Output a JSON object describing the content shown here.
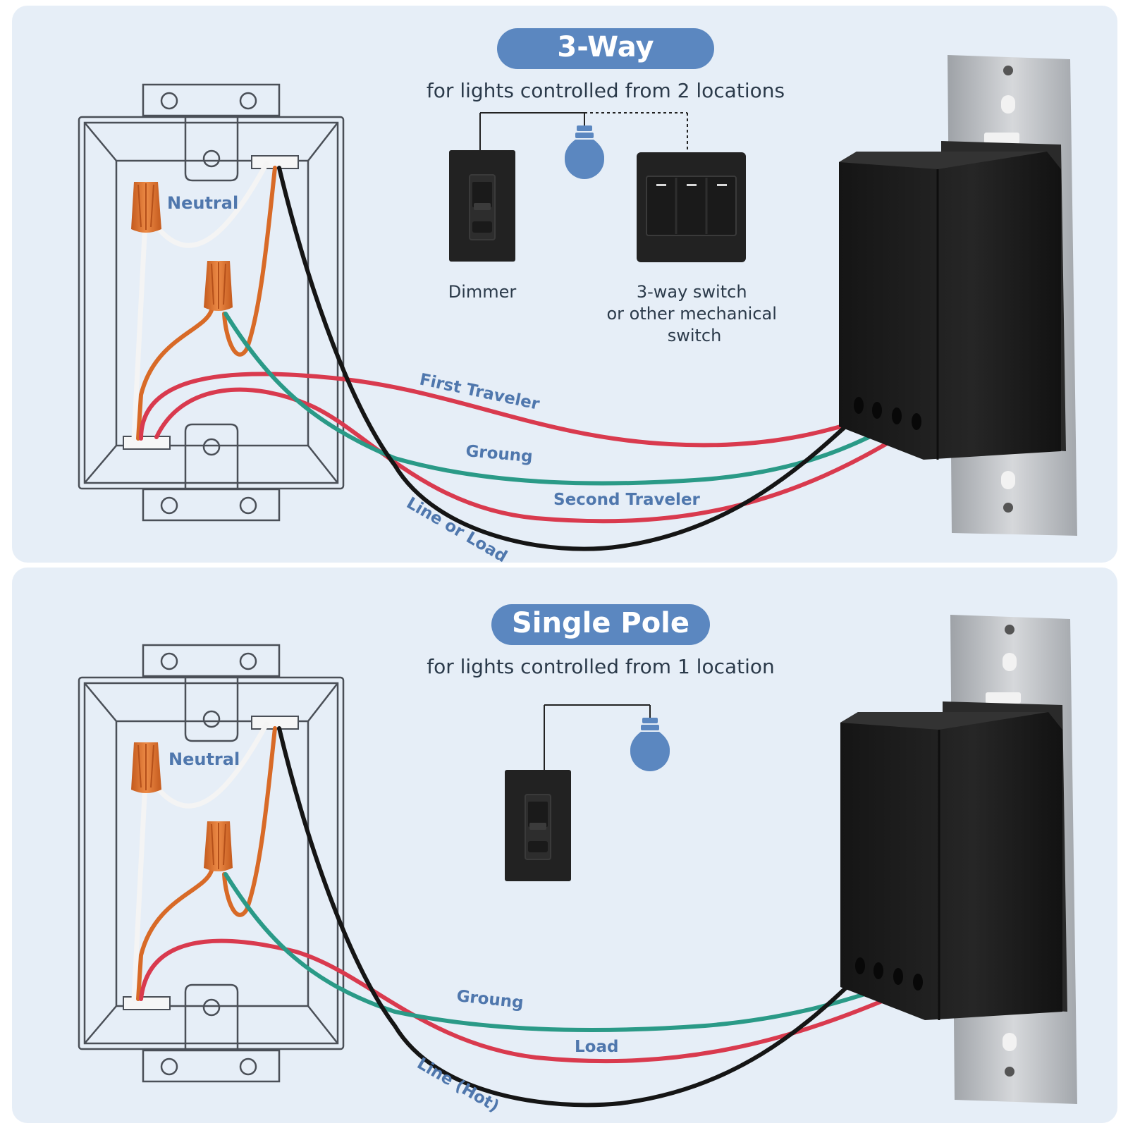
{
  "colors": {
    "panel_bg": "#e6eef7",
    "accent": "#5b87c0",
    "label_blue": "#4f77ad",
    "wire_red": "#d93a4e",
    "wire_green": "#2a9a87",
    "wire_black": "#151515",
    "wire_orange": "#d86a27",
    "wire_white": "#f4f4f4",
    "switch_body": "#1f1f1f",
    "strap_metal": "#b9bcc0"
  },
  "three_way": {
    "title": "3-Way",
    "subtitle": "for lights controlled from 2 locations",
    "neutral_label": "Neutral",
    "dimmer_label": "Dimmer",
    "switch_label_lines": [
      "3-way switch",
      "or other mechanical",
      "switch"
    ],
    "wire_labels": {
      "first_traveler": "First Traveler",
      "ground": "Groung",
      "second_traveler": "Second Traveler",
      "line_or_load": "Line or Load"
    },
    "icons": [
      "light-bulb-icon",
      "dimmer-icon",
      "three-way-switch-icon"
    ]
  },
  "single_pole": {
    "title": "Single Pole",
    "subtitle": "for lights controlled from 1 location",
    "neutral_label": "Neutral",
    "wire_labels": {
      "ground": "Groung",
      "load": "Load",
      "line_hot": "Line (Hot)"
    },
    "icons": [
      "light-bulb-icon",
      "dimmer-icon"
    ]
  }
}
